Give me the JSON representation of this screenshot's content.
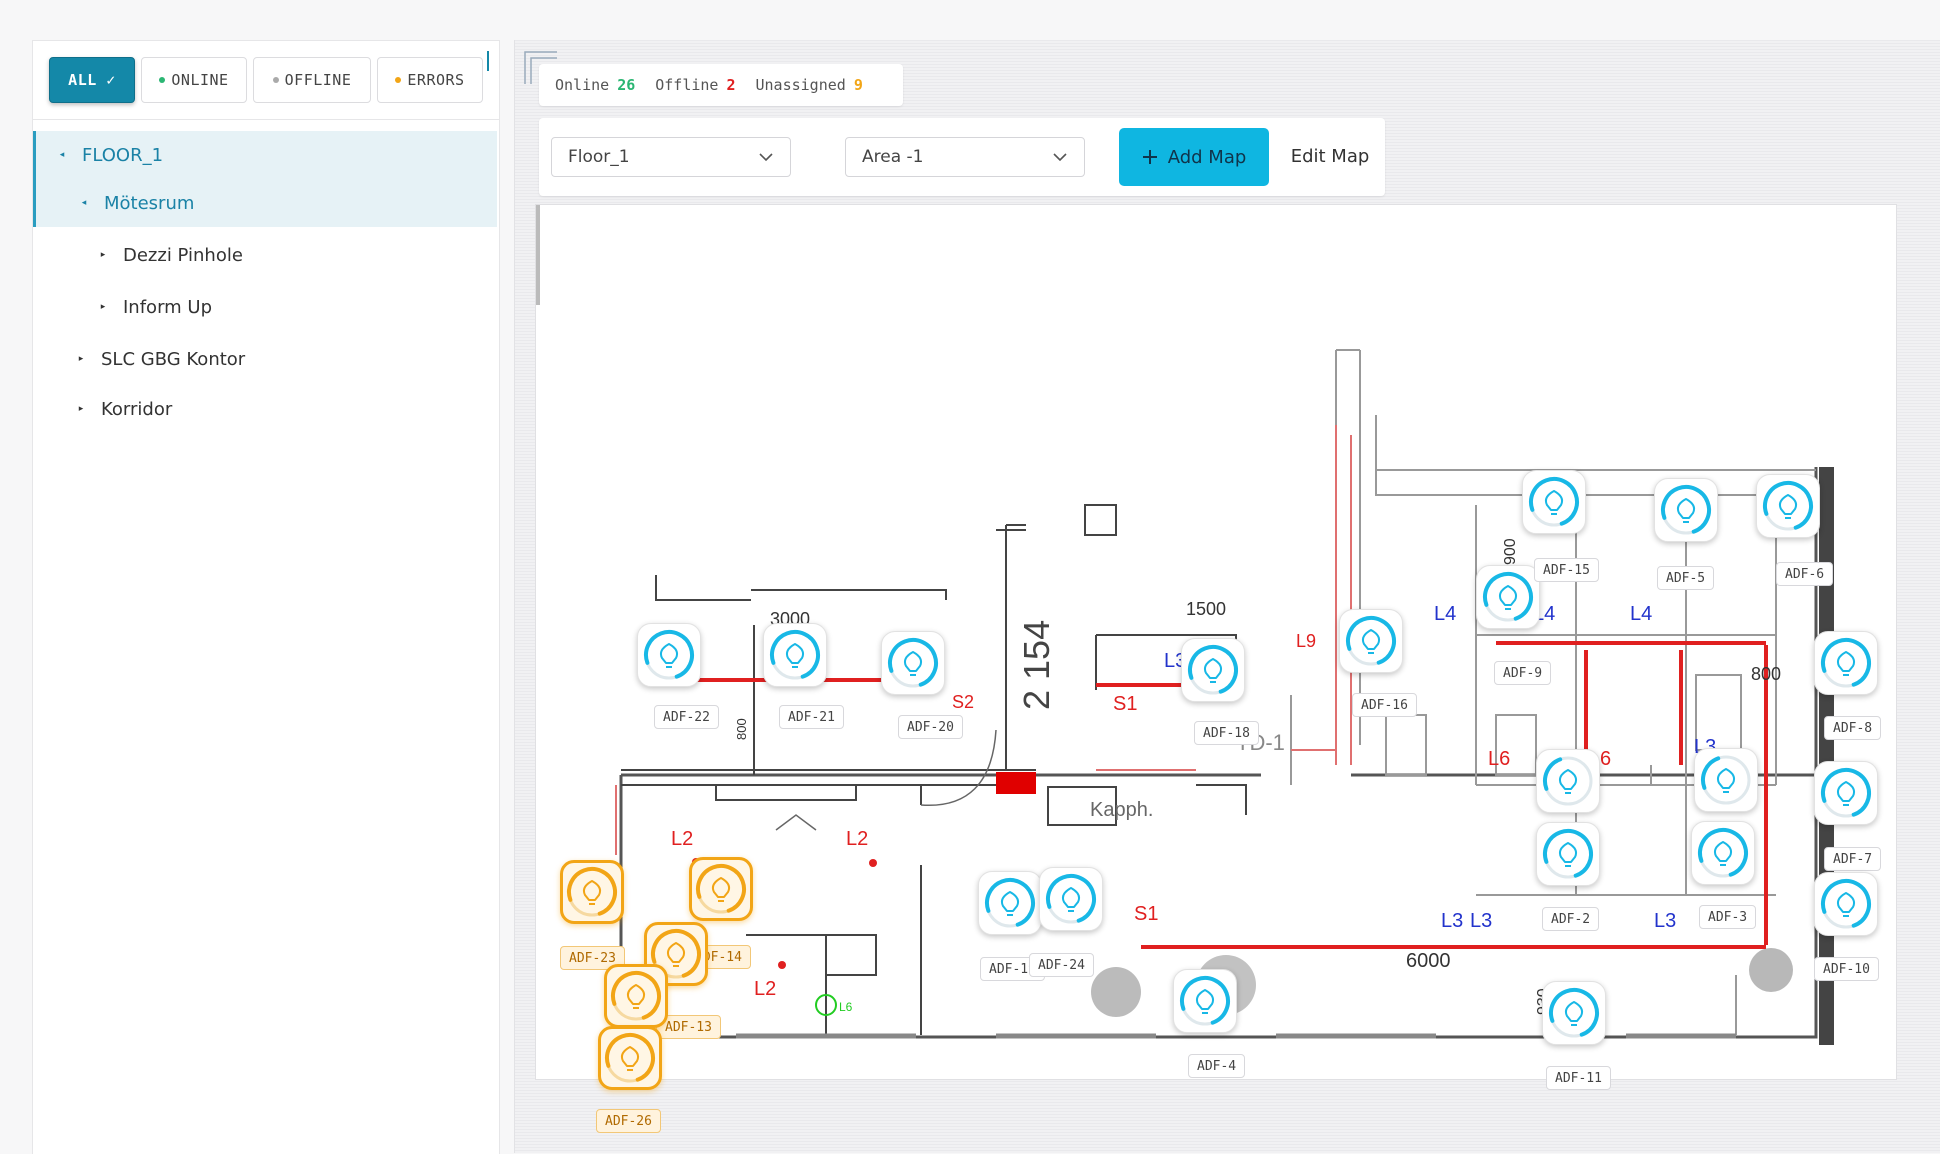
{
  "filters": {
    "all": "ALL ✓",
    "online": "ONLINE",
    "offline": "OFFLINE",
    "errors": "ERRORS"
  },
  "colors": {
    "accent": "#1488a8",
    "online": "#2bb673",
    "offline": "#aaaaaa",
    "error": "#f2a516",
    "add_button": "#0fb6e1"
  },
  "tree": [
    {
      "label": "FLOOR_1",
      "expanded": true,
      "selected": true
    },
    {
      "label": "Mötesrum",
      "expanded": true,
      "selected": true
    },
    {
      "label": "Dezzi Pinhole",
      "expanded": false
    },
    {
      "label": "Inform Up",
      "expanded": false
    },
    {
      "label": "SLC GBG Kontor",
      "expanded": false
    },
    {
      "label": "Korridor",
      "expanded": false
    }
  ],
  "stats": {
    "online_label": "Online",
    "online_count": "26",
    "offline_label": "Offline",
    "offline_count": "2",
    "unassigned_label": "Unassigned",
    "unassigned_count": "9"
  },
  "controls": {
    "floor_select": "Floor_1",
    "area_select": "Area -1",
    "add_map": "Add Map",
    "edit_map": "Edit Map"
  },
  "plan_labels": {
    "dim_3000": "3000",
    "dim_1500": "1500",
    "dim_2154": "2 154",
    "dim_800_left": "800",
    "dim_800_right": "800",
    "dim_900": "900",
    "dim_6000": "6000",
    "dim_930": "930",
    "kapph": "Kapph.",
    "td1": "TD-1",
    "s1_a": "S1",
    "s1_b": "S1",
    "s2": "S2",
    "l9": "L9",
    "l3_a": "L3",
    "l3_b": "L3",
    "l3_c": "L3",
    "l3_d": "L3",
    "l3_e": "L3",
    "l4_a": "L4",
    "l4_b": "L4",
    "l4_c": "L4",
    "l6_a": "L6",
    "l6_b": "6",
    "l2_a": "L2",
    "l2_b": "L2",
    "l2_c": "L2",
    "l6_green": "L6"
  },
  "devices": [
    {
      "label": "ADF-22",
      "status": "online",
      "arc": 0.75
    },
    {
      "label": "ADF-21",
      "status": "online",
      "arc": 0.75
    },
    {
      "label": "ADF-20",
      "status": "online",
      "arc": 0.75
    },
    {
      "label": "ADF-18",
      "status": "online",
      "arc": 0.75
    },
    {
      "label": "ADF-16",
      "status": "online",
      "arc": 0.75
    },
    {
      "label": "ADF-9",
      "status": "online",
      "arc": 0.75
    },
    {
      "label": "ADF-15",
      "status": "online",
      "arc": 0.75
    },
    {
      "label": "ADF-5",
      "status": "online",
      "arc": 0.75
    },
    {
      "label": "ADF-6",
      "status": "online",
      "arc": 0.75
    },
    {
      "label": "ADF-8",
      "status": "online",
      "arc": 0.75
    },
    {
      "label": "ADF-7",
      "status": "online",
      "arc": 0.75
    },
    {
      "label": "ADF-10",
      "status": "online",
      "arc": 0.75
    },
    {
      "label": "ADF-3",
      "status": "online",
      "arc": 0.75
    },
    {
      "label": "ADF-2",
      "status": "online",
      "arc": 0.75
    },
    {
      "label": "ADF-11",
      "status": "online",
      "arc": 0.75
    },
    {
      "label": "ADF-4",
      "status": "online",
      "arc": 0.75
    },
    {
      "label": "ADF-19",
      "status": "online",
      "arc": 0.75
    },
    {
      "label": "ADF-24",
      "status": "online",
      "arc": 0.75
    },
    {
      "label": "",
      "status": "online",
      "arc": 0.25
    },
    {
      "label": "",
      "status": "online",
      "arc": 0.25
    },
    {
      "label": "ADF-23",
      "status": "error",
      "arc": 0.75
    },
    {
      "label": "ADF-14",
      "status": "error",
      "arc": 0.75
    },
    {
      "label": "ADF-13",
      "status": "error",
      "arc": 0.75
    },
    {
      "label": "ADF-26",
      "status": "error",
      "arc": 0.75
    },
    {
      "label": "",
      "status": "error",
      "arc": 0.75
    }
  ]
}
